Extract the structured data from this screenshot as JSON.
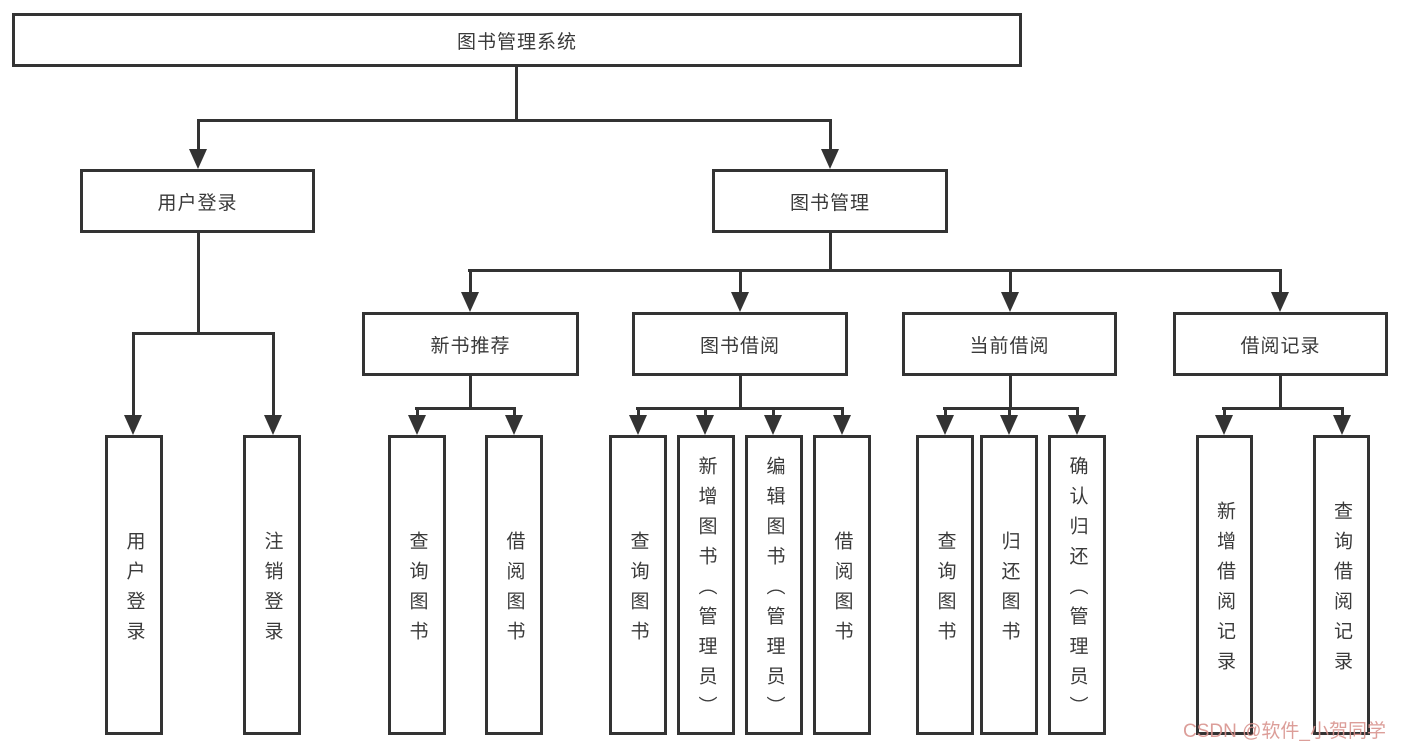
{
  "colors": {
    "line": "#333333",
    "text": "#3a3a3a",
    "watermark": "#d9948f"
  },
  "watermark": {
    "text": "CSDN @软件_小贺同学"
  },
  "nodes": {
    "root": {
      "label": "图书管理系统"
    },
    "user_login": {
      "label": "用户登录"
    },
    "book_mgmt": {
      "label": "图书管理"
    },
    "new_book_rec": {
      "label": "新书推荐"
    },
    "book_borrow": {
      "label": "图书借阅"
    },
    "current_borrow": {
      "label": "当前借阅"
    },
    "borrow_records": {
      "label": "借阅记录"
    },
    "login": {
      "label": "用户登录"
    },
    "logout": {
      "label": "注销登录"
    },
    "query_book_a": {
      "label": "查询图书"
    },
    "borrow_book_a": {
      "label": "借阅图书"
    },
    "query_book_b": {
      "label": "查询图书"
    },
    "add_book": {
      "label": "新增图书（管理员）"
    },
    "edit_book": {
      "label": "编辑图书（管理员）"
    },
    "borrow_book_b": {
      "label": "借阅图书"
    },
    "query_book_c": {
      "label": "查询图书"
    },
    "return_book": {
      "label": "归还图书"
    },
    "confirm_return": {
      "label": "确认归还（管理员）"
    },
    "add_borrow_record": {
      "label": "新增借阅记录"
    },
    "query_borrow_record": {
      "label": "查询借阅记录"
    }
  },
  "hierarchy": {
    "root": [
      "user_login",
      "book_mgmt"
    ],
    "user_login": [
      "login",
      "logout"
    ],
    "book_mgmt": [
      "new_book_rec",
      "book_borrow",
      "current_borrow",
      "borrow_records"
    ],
    "new_book_rec": [
      "query_book_a",
      "borrow_book_a"
    ],
    "book_borrow": [
      "query_book_b",
      "add_book",
      "edit_book",
      "borrow_book_b"
    ],
    "current_borrow": [
      "query_book_c",
      "return_book",
      "confirm_return"
    ],
    "borrow_records": [
      "add_borrow_record",
      "query_borrow_record"
    ]
  }
}
